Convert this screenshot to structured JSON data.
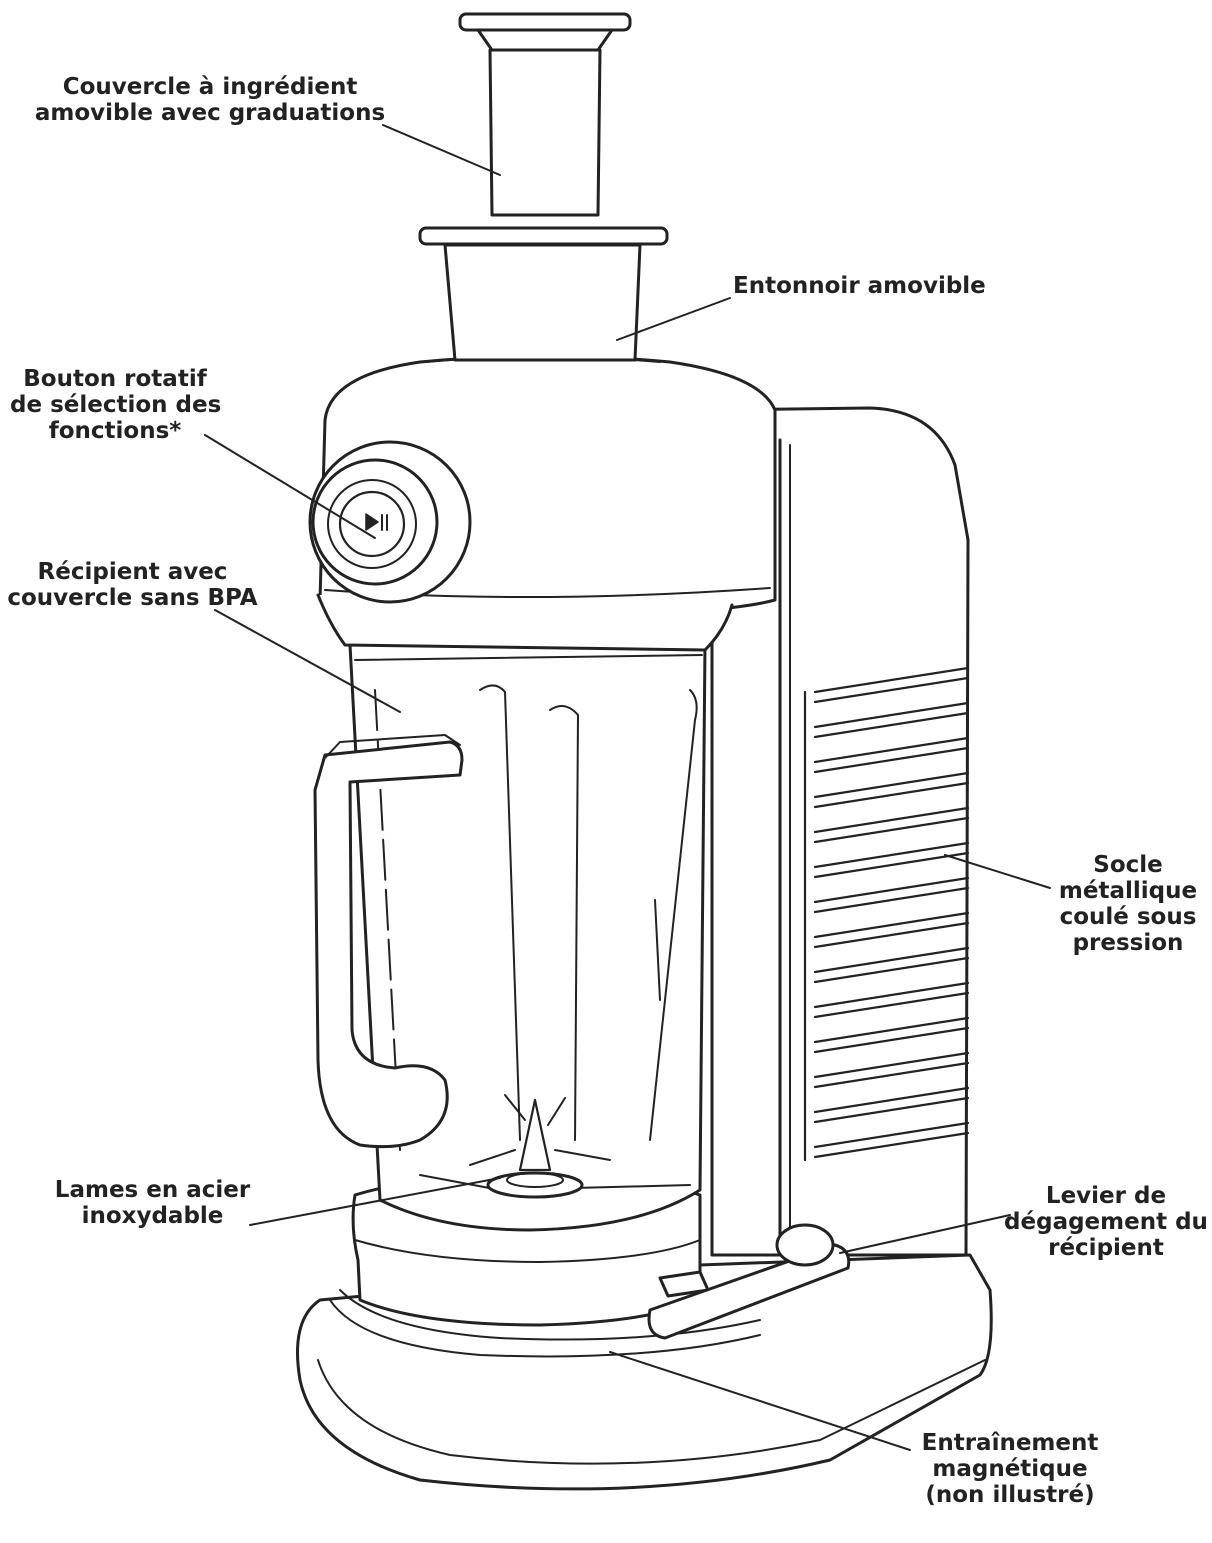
{
  "colors": {
    "ink": "#222222",
    "background": "#ffffff"
  },
  "icons": {
    "dial_play_pause": "play-pause-icon"
  },
  "labels": {
    "lid_insert": {
      "lines": [
        "Couvercle à ingrédient",
        "amovible avec graduations"
      ]
    },
    "funnel": {
      "lines": [
        "Entonnoir amovible"
      ]
    },
    "dial": {
      "lines": [
        "Bouton rotatif",
        "de sélection des",
        "fonctions*"
      ]
    },
    "pitcher": {
      "lines": [
        "Récipient avec",
        "couvercle sans BPA"
      ]
    },
    "blades": {
      "lines": [
        "Lames en acier",
        "inoxydable"
      ]
    },
    "base": {
      "lines": [
        "Socle",
        "métallique",
        "coulé sous",
        "pression"
      ]
    },
    "lever": {
      "lines": [
        "Levier de",
        "dégagement du",
        "récipient"
      ]
    },
    "drive": {
      "lines": [
        "Entraînement",
        "magnétique",
        "(non illustré)"
      ]
    }
  }
}
